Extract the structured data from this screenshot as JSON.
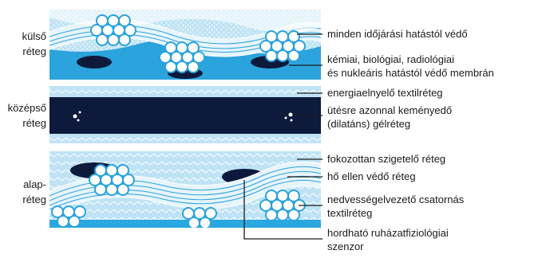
{
  "layers": [
    {
      "label_line1": "külső",
      "label_line2": "réteg"
    },
    {
      "label_line1": "középső",
      "label_line2": "réteg"
    },
    {
      "label_line1": "alap-",
      "label_line2": "réteg"
    }
  ],
  "annotations": [
    {
      "lines": [
        "minden időjárási hatástól védő"
      ]
    },
    {
      "lines": [
        "kémiai, biológiai, radiológiai",
        "és nukleáris hatástól védő membrán"
      ]
    },
    {
      "lines": [
        "energiaelnyelő textilréteg"
      ]
    },
    {
      "lines": [
        "ütésre azonnal keményedő",
        "(dilatáns) gélréteg"
      ]
    },
    {
      "lines": [
        "fokozottan szigetelő réteg"
      ]
    },
    {
      "lines": [
        "hő ellen védő réteg"
      ]
    },
    {
      "lines": [
        "nedvességelvezető csatornás",
        "textilréteg"
      ]
    },
    {
      "lines": [
        "hordható ruházatfiziológiai",
        "szenzor"
      ]
    }
  ],
  "colors": {
    "light_blue": "#bfe3f5",
    "mid_blue": "#2ba3dc",
    "bright_blue": "#29a8e0",
    "navy": "#0d1a3c",
    "white": "#ffffff"
  }
}
